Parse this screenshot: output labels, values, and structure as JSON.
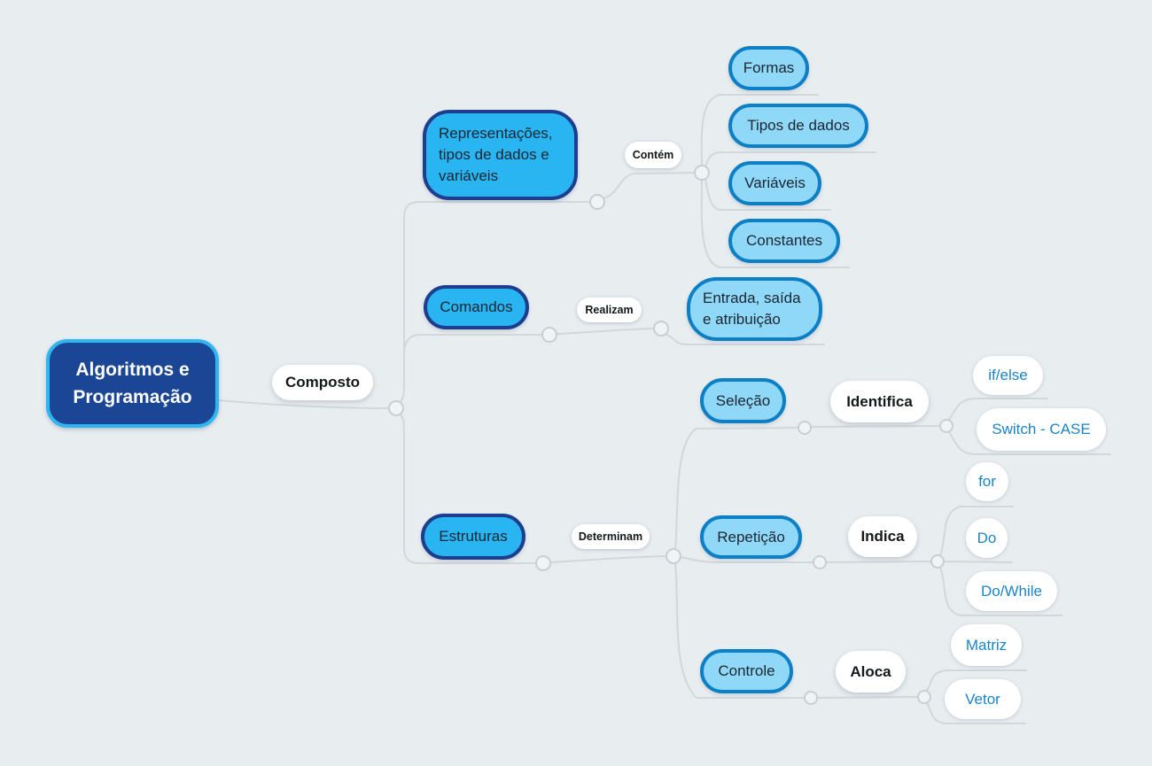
{
  "colors": {
    "bg": "#e8edf0",
    "connector": "#d2d7da",
    "connector_strong": "#c8cfd3",
    "junction_fill": "#f1f4f5",
    "root_fill": "#1b4695",
    "root_border": "#2fb5ef",
    "root_text": "#ffffff",
    "branch_fill": "#29b4f2",
    "branch_border": "#1d3e8f",
    "subtopic_fill": "#8fd8f8",
    "subtopic_border": "#0d7fc4",
    "node_text": "#1b2632",
    "leaf_fill": "#ffffff",
    "leaf_text": "#1b84c6",
    "label_fill": "#ffffff",
    "label_text": "#15181b"
  },
  "mindmap": {
    "root": {
      "label": "Algoritmos e Programação",
      "connector_label": "Composto"
    },
    "branches": [
      {
        "label": "Representações, tipos de dados e variáveis",
        "relation": "Contém",
        "children": [
          {
            "label": "Formas"
          },
          {
            "label": "Tipos de dados"
          },
          {
            "label": "Variáveis"
          },
          {
            "label": "Constantes"
          }
        ]
      },
      {
        "label": "Comandos",
        "relation": "Realizam",
        "children": [
          {
            "label": "Entrada, saída e atribuição"
          }
        ]
      },
      {
        "label": "Estruturas",
        "relation": "Determinam",
        "children": [
          {
            "label": "Seleção",
            "relation": "Identifica",
            "children": [
              {
                "label": "if/else"
              },
              {
                "label": "Switch - CASE"
              }
            ]
          },
          {
            "label": "Repetição",
            "relation": "Indica",
            "children": [
              {
                "label": "for"
              },
              {
                "label": "Do"
              },
              {
                "label": "Do/While"
              }
            ]
          },
          {
            "label": "Controle",
            "relation": "Aloca",
            "children": [
              {
                "label": "Matriz"
              },
              {
                "label": "Vetor"
              }
            ]
          }
        ]
      }
    ]
  }
}
